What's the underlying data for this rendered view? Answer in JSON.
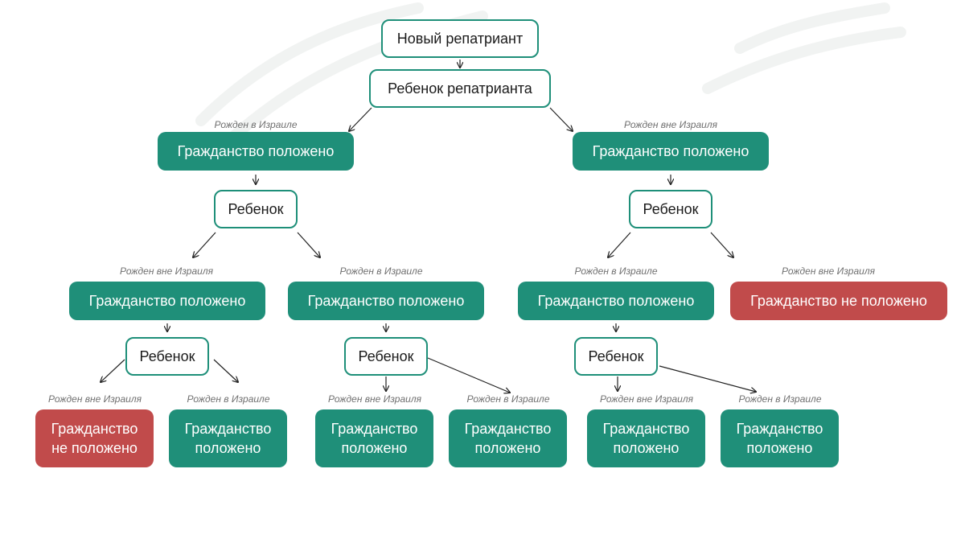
{
  "diagram": {
    "colors": {
      "accent_green": "#1f8f79",
      "border_green": "#1e8f79",
      "denied_red": "#c14b4b",
      "label_gray": "#707070",
      "arrow": "#222222"
    },
    "nodes": [
      {
        "id": "new-repatriant",
        "text": "Новый репатриант",
        "style": "white"
      },
      {
        "id": "child-of-repatriant",
        "text": "Ребенок репатрианта",
        "style": "white"
      },
      {
        "id": "citizenship-l1-left",
        "text": "Гражданство положено",
        "style": "green"
      },
      {
        "id": "citizenship-l1-right",
        "text": "Гражданство положено",
        "style": "green"
      },
      {
        "id": "child-l2-left",
        "text": "Ребенок",
        "style": "white"
      },
      {
        "id": "child-l2-right",
        "text": "Ребенок",
        "style": "white"
      },
      {
        "id": "citizenship-l3-a",
        "text": "Гражданство положено",
        "style": "green"
      },
      {
        "id": "citizenship-l3-b",
        "text": "Гражданство положено",
        "style": "green"
      },
      {
        "id": "citizenship-l3-c",
        "text": "Гражданство положено",
        "style": "green"
      },
      {
        "id": "citizenship-denied-l3-d",
        "text": "Гражданство не положено",
        "style": "red"
      },
      {
        "id": "child-l4-a",
        "text": "Ребенок",
        "style": "white"
      },
      {
        "id": "child-l4-b",
        "text": "Ребенок",
        "style": "white"
      },
      {
        "id": "child-l4-c",
        "text": "Ребенок",
        "style": "white"
      },
      {
        "id": "citizenship-denied-l5-1",
        "text": "Гражданство\nне положено",
        "style": "red"
      },
      {
        "id": "citizenship-l5-2",
        "text": "Гражданство\nположено",
        "style": "green"
      },
      {
        "id": "citizenship-l5-3",
        "text": "Гражданство\nположено",
        "style": "green"
      },
      {
        "id": "citizenship-l5-4",
        "text": "Гражданство\nположено",
        "style": "green"
      },
      {
        "id": "citizenship-l5-5",
        "text": "Гражданство\nположено",
        "style": "green"
      },
      {
        "id": "citizenship-l5-6",
        "text": "Гражданство\nположено",
        "style": "green"
      }
    ],
    "labels": [
      {
        "id": "l1-left",
        "text": "Рожден в Израиле"
      },
      {
        "id": "l1-right",
        "text": "Рожден вне Израиля"
      },
      {
        "id": "l3-a",
        "text": "Рожден вне Израиля"
      },
      {
        "id": "l3-b",
        "text": "Рожден в Израиле"
      },
      {
        "id": "l3-c",
        "text": "Рожден в Израиле"
      },
      {
        "id": "l3-d",
        "text": "Рожден вне Израиля"
      },
      {
        "id": "l5-1",
        "text": "Рожден вне Израиля"
      },
      {
        "id": "l5-2",
        "text": "Рожден в Израиле"
      },
      {
        "id": "l5-3",
        "text": "Рожден вне Израиля"
      },
      {
        "id": "l5-4",
        "text": "Рожден в Израиле"
      },
      {
        "id": "l5-5",
        "text": "Рожден вне Израиля"
      },
      {
        "id": "l5-6",
        "text": "Рожден в Израиле"
      }
    ],
    "edges": [
      {
        "from": "new-repatriant",
        "to": "child-of-repatriant"
      },
      {
        "from": "child-of-repatriant",
        "to": "citizenship-l1-left"
      },
      {
        "from": "child-of-repatriant",
        "to": "citizenship-l1-right"
      },
      {
        "from": "citizenship-l1-left",
        "to": "child-l2-left"
      },
      {
        "from": "citizenship-l1-right",
        "to": "child-l2-right"
      },
      {
        "from": "child-l2-left",
        "to": "citizenship-l3-a"
      },
      {
        "from": "child-l2-left",
        "to": "citizenship-l3-b"
      },
      {
        "from": "child-l2-right",
        "to": "citizenship-l3-c"
      },
      {
        "from": "child-l2-right",
        "to": "citizenship-denied-l3-d"
      },
      {
        "from": "citizenship-l3-a",
        "to": "child-l4-a"
      },
      {
        "from": "citizenship-l3-b",
        "to": "child-l4-b"
      },
      {
        "from": "citizenship-l3-c",
        "to": "child-l4-c"
      },
      {
        "from": "child-l4-a",
        "to": "citizenship-denied-l5-1"
      },
      {
        "from": "child-l4-a",
        "to": "citizenship-l5-2"
      },
      {
        "from": "child-l4-b",
        "to": "citizenship-l5-3"
      },
      {
        "from": "child-l4-b",
        "to": "citizenship-l5-4"
      },
      {
        "from": "child-l4-c",
        "to": "citizenship-l5-5"
      },
      {
        "from": "child-l4-c",
        "to": "citizenship-l5-6"
      }
    ]
  }
}
